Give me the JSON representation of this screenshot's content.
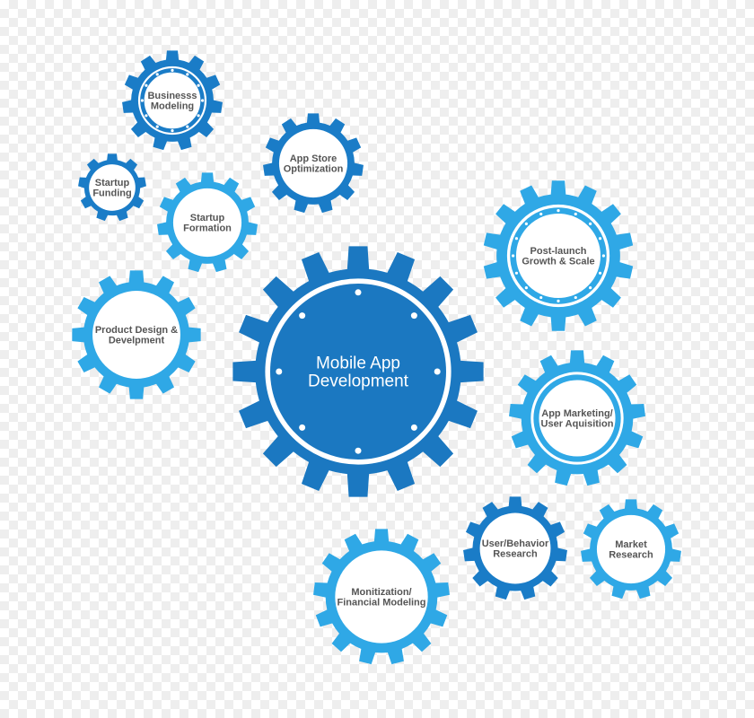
{
  "colors": {
    "dark_blue": "#1a7cc7",
    "light_blue": "#2fa8e6",
    "main_blue": "#1b78c1",
    "label_gray": "#555555",
    "white": "#ffffff"
  },
  "gears": {
    "main": {
      "lines": [
        "Mobile App",
        "Development"
      ]
    },
    "business_modeling": {
      "lines": [
        "Businesss",
        "Modeling"
      ]
    },
    "app_store_optimization": {
      "lines": [
        "App Store",
        "Optimization"
      ]
    },
    "startup_funding": {
      "lines": [
        "Startup",
        "Funding"
      ]
    },
    "startup_formation": {
      "lines": [
        "Startup",
        "Formation"
      ]
    },
    "post_launch": {
      "lines": [
        "Post-launch",
        "Growth & Scale"
      ]
    },
    "product_design": {
      "lines": [
        "Product Design &",
        "Develpment"
      ]
    },
    "app_marketing": {
      "lines": [
        "App Marketing/",
        "User Aquisition"
      ]
    },
    "user_behavior": {
      "lines": [
        "User/Behavior",
        "Research"
      ]
    },
    "market_research": {
      "lines": [
        "Market",
        "Research"
      ]
    },
    "monitization": {
      "lines": [
        "Monitization/",
        "Financial Modeling"
      ]
    }
  }
}
